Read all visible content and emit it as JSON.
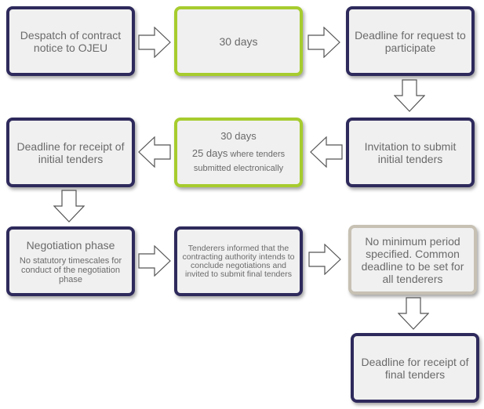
{
  "nodes": {
    "despatch": "Despatch of contract notice to OJEU",
    "thirty_days_1": "30 days",
    "deadline_request": "Deadline for request to participate",
    "invitation": "Invitation to submit initial tenders",
    "thirty_days_2": "30 days",
    "twentyfive_days_big": "25 days",
    "twentyfive_days_small": " where tenders submitted electronically",
    "deadline_initial": "Deadline for receipt of initial tenders",
    "negotiation_title": "Negotiation phase",
    "negotiation_note": "No statutory timescales for conduct of the negotiation phase",
    "tenderers_informed": "Tenderers informed that the contracting authority intends to conclude negotiations and invited to submit final tenders",
    "no_minimum": "No minimum period specified. Common deadline to be set for all tenderers",
    "deadline_final": "Deadline for receipt of final tenders"
  },
  "colors": {
    "dark_border": "#2e2a5c",
    "green_border": "#a6cc2e",
    "tan_border": "#c7c1b4",
    "box_fill": "#f0f0f0",
    "text": "#6a6a6a"
  }
}
